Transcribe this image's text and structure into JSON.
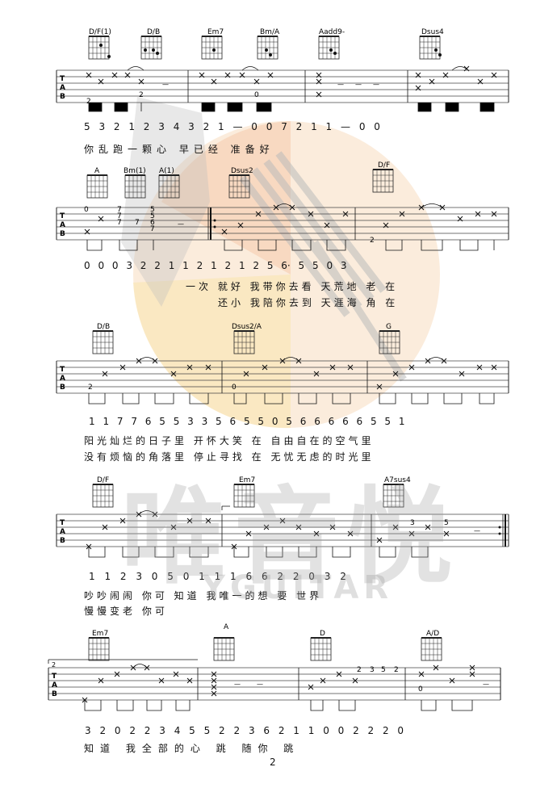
{
  "page_number": "2",
  "watermark": {
    "text": "唯音悦",
    "subtitle": "YGUITAR"
  },
  "systems": [
    {
      "chords": [
        "D/F(1)",
        "D/B",
        "Em7",
        "Bm/A",
        "Aadd9-",
        "Dsus4"
      ],
      "numbered": "5 3 2 1 2 3 4 3 2 1 — 0 0 7 2 1 1 — 0 0",
      "lyrics": [
        "你乱跑一颗心 早已经 准备好"
      ]
    },
    {
      "chords": [
        "A",
        "Bm(1)",
        "A(1)",
        "Dsus2",
        "D/F"
      ],
      "numbered": "0 0 0 3 2 2 1 1 2 1 2 1 2 5 6· 5 5 0 3",
      "lyrics": [
        "一次 就好 我带你去看 天荒地 老 在",
        "还小 我陪你去到 天涯海 角 在"
      ]
    },
    {
      "chords": [
        "D/B",
        "Dsus2/A",
        "G"
      ],
      "numbered": "1 1 7 7 6 5 5 3 3 5 6 5 5 0 5 6 6 6 6 6 5 5 1",
      "lyrics": [
        "阳光灿烂的日子里 开怀大笑 在 自由自在的空气里",
        "没有烦恼的角落里 停止寻找 在 无忧无虑的时光里"
      ]
    },
    {
      "chords": [
        "D/F",
        "Em7",
        "A7sus4"
      ],
      "numbered": "1 1 2 3 0 5 0 1 1 1 6 6 2 2 0 3 2",
      "lyrics": [
        "吵吵闹闹 你可 知道 我唯一的想 要 世界",
        "慢慢变老 你可"
      ]
    },
    {
      "chords": [
        "Em7",
        "A",
        "D",
        "A/D"
      ],
      "numbered": "3 2 0 2 2 3 4 5 5 2 2 3 6 2 1 1 0 0 2 2 2 0",
      "lyrics": [
        "知道 我全部的心 跳 随你 跳"
      ]
    }
  ]
}
